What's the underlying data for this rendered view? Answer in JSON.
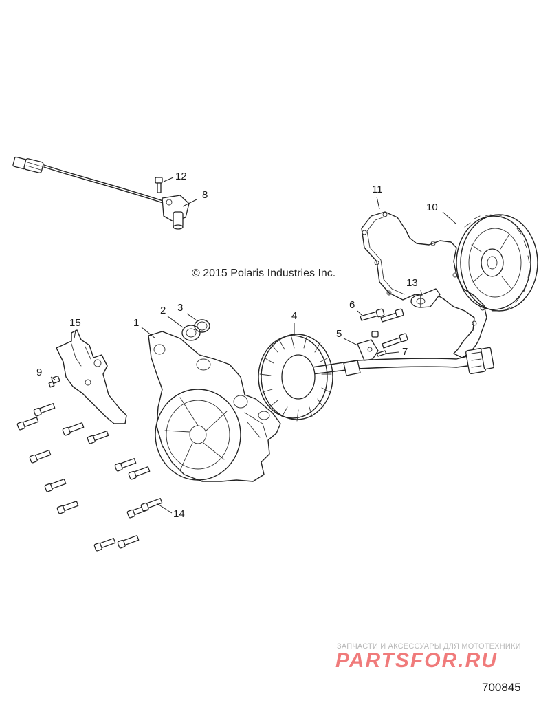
{
  "copyright": "© 2015 Polaris Industries Inc.",
  "diagram_id": "700845",
  "watermark": {
    "line1": "ЗАПЧАСТИ И АКСЕССУАРЫ ДЛЯ МОТОТЕХНИКИ",
    "line2": "PARTSFOR.RU",
    "color": "#f07b7b"
  },
  "callouts": [
    "1",
    "2",
    "3",
    "4",
    "5",
    "6",
    "7",
    "8",
    "9",
    "10",
    "11",
    "12",
    "13",
    "14",
    "15"
  ]
}
